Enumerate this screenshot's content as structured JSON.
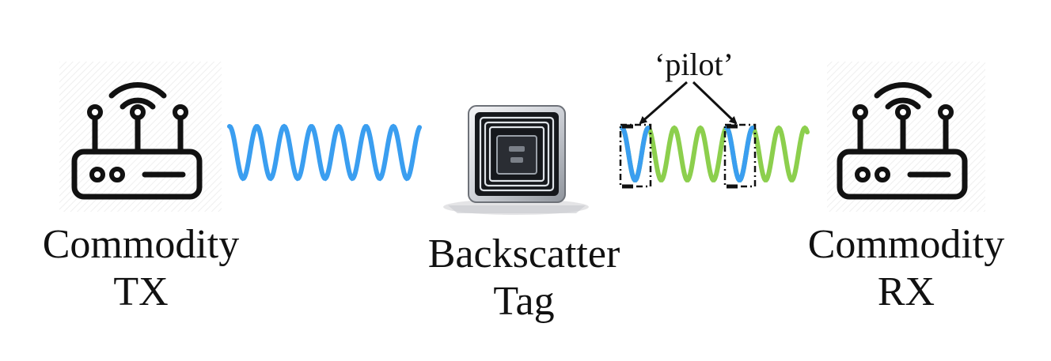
{
  "tx": {
    "line1": "Commodity",
    "line2": "TX",
    "icon": "wifi-router-icon"
  },
  "tag": {
    "line1": "Backscatter",
    "line2": "Tag",
    "icon": "rfid-chip-icon"
  },
  "rx": {
    "line1": "Commodity",
    "line2": "RX",
    "icon": "wifi-router-icon"
  },
  "annotation": {
    "pilot": "‘pilot’"
  },
  "colors": {
    "incident_wave": "#3a9ef0",
    "backscatter_wave": "#8ccf4d",
    "pilot_wave": "#3a9ef0",
    "ink": "#111111"
  }
}
